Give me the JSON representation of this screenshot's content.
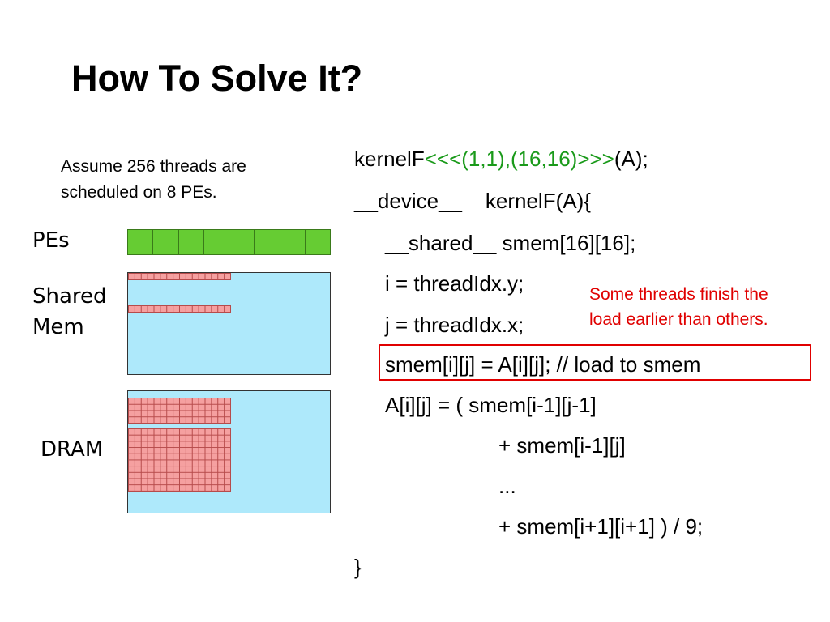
{
  "slide": {
    "title": "How To Solve It?",
    "note": [
      "Assume 256 threads are",
      "scheduled on 8 PEs."
    ],
    "callout": [
      "Some threads finish the",
      "load earlier than others."
    ],
    "colors": {
      "pe": "#66cc33",
      "memory_panel": "#aee9fb",
      "data_cell": "#f5a0a0",
      "highlight": "#e00000",
      "launch_config": "#1a9a1a"
    }
  },
  "diagram": {
    "pes_label": "PEs",
    "pe_count": 8,
    "shared_label": [
      "Shared",
      "Mem"
    ],
    "dram_label": "DRAM"
  },
  "code": {
    "l1_prefix": "kernelF",
    "l1_config": "<<<(1,1),(16,16)>>>",
    "l1_suffix": "(A);",
    "l2": "__device__    kernelF(A){",
    "l3": "__shared__ smem[16][16];",
    "l4": "i = threadIdx.y;",
    "l5": "j = threadIdx.x;",
    "l6": "smem[i][j] = A[i][j]; // load to smem",
    "l7": "A[i][j] = ( smem[i-1][j-1]",
    "l8": "+ smem[i-1][j]",
    "l9": "...",
    "l10": "+ smem[i+1][i+1] ) / 9;",
    "l11": "}"
  }
}
